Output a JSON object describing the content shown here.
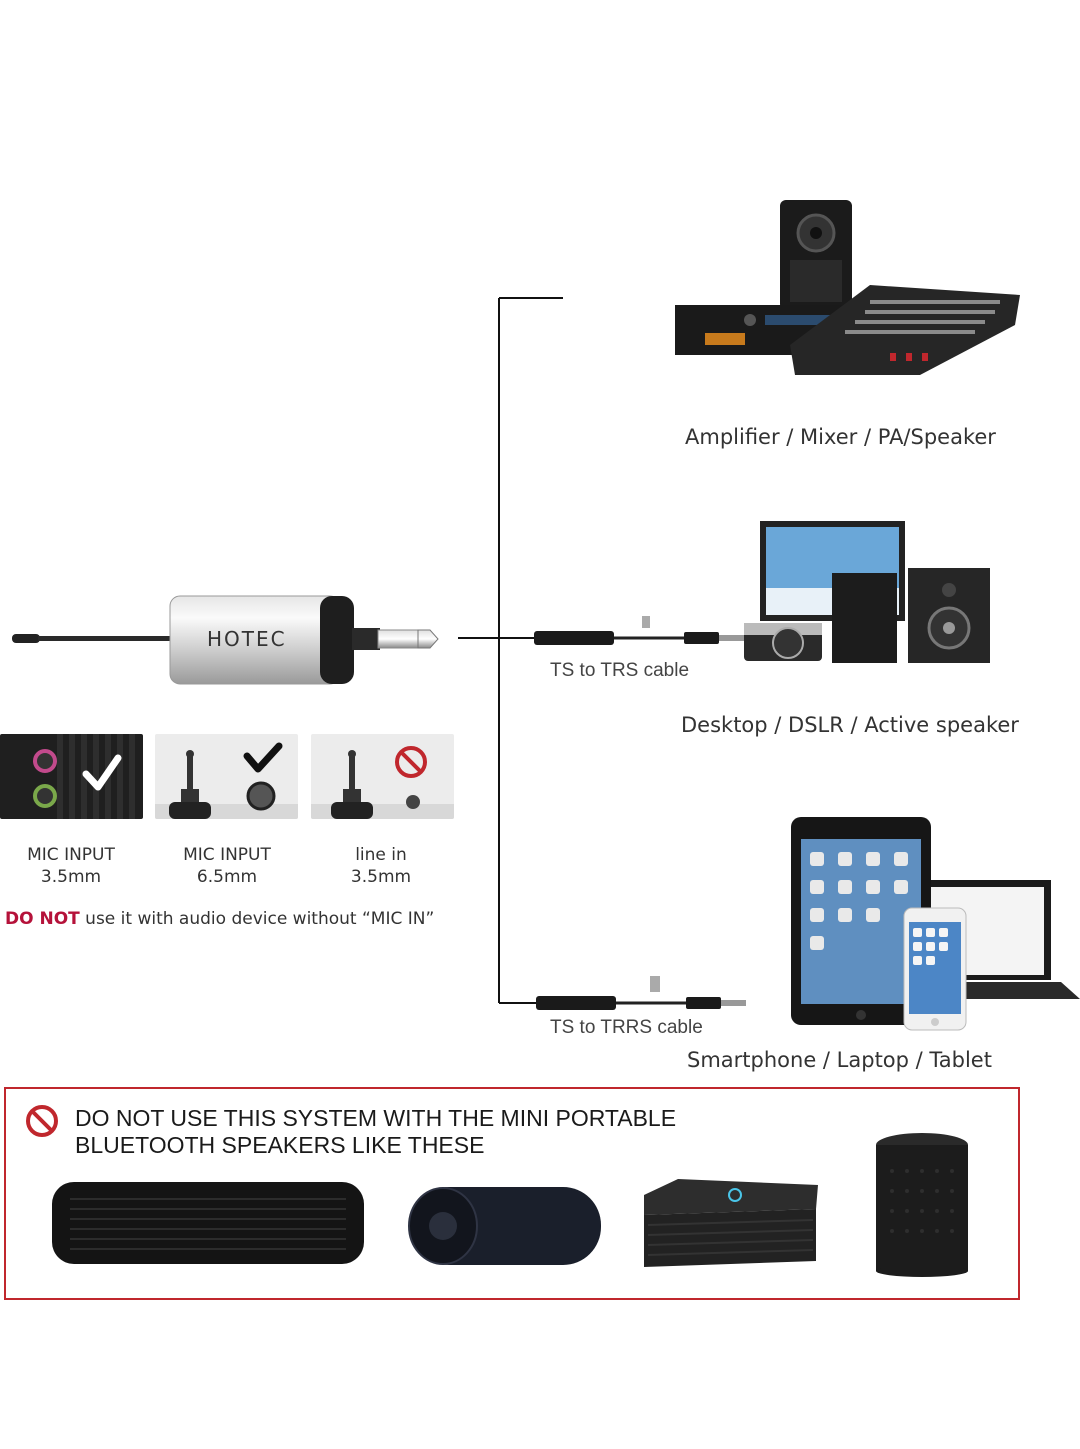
{
  "transmitter": {
    "brand": "HOTEC"
  },
  "outputs": [
    {
      "label": "Amplifier / Mixer / PA/Speaker"
    },
    {
      "label": "Desktop / DSLR / Active speaker",
      "cable": "TS to TRS cable"
    },
    {
      "label": "Smartphone / Laptop / Tablet",
      "cable": "TS to TRRS cable"
    }
  ],
  "ports": [
    {
      "line1": "MIC INPUT",
      "line2": "3.5mm",
      "status": "check"
    },
    {
      "line1": "MIC INPUT",
      "line2": "6.5mm",
      "status": "check"
    },
    {
      "line1": "line in",
      "line2": "3.5mm",
      "status": "prohibited"
    }
  ],
  "notice": {
    "emphasis": "DO NOT",
    "rest": "use it with audio device without “MIC IN”"
  },
  "warning": {
    "line1": "DO NOT USE THIS SYSTEM WITH THE MINI PORTABLE",
    "line2": "BLUETOOTH SPEAKERS LIKE THESE",
    "icon": "prohibited-icon"
  },
  "colors": {
    "warning_border": "#c0272d",
    "notice_red": "#b5123a",
    "connector": "#111111"
  }
}
